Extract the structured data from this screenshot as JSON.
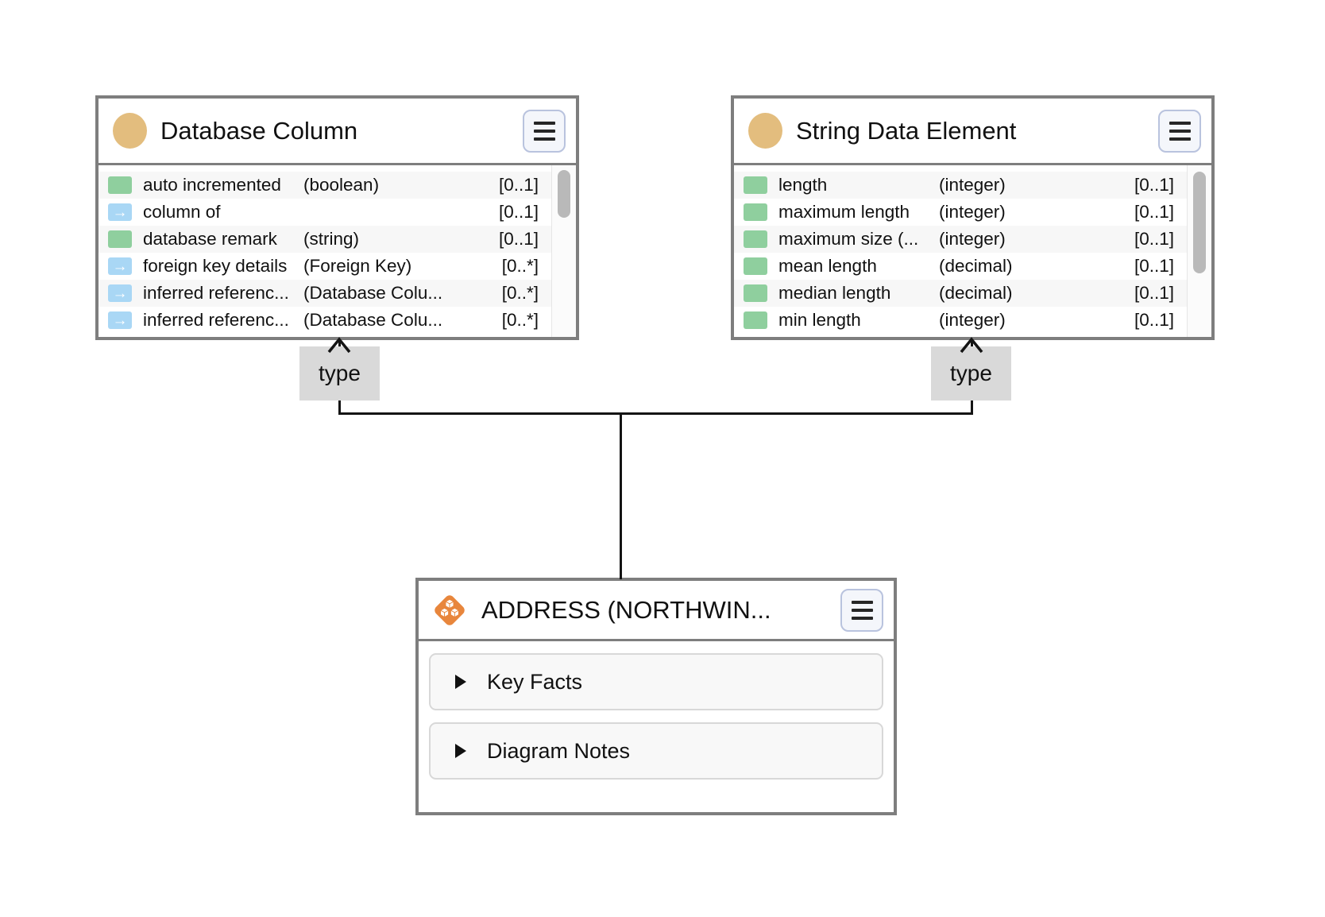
{
  "colors": {
    "box_border": "#7e7e7e",
    "entity_icon": "#e3bd7e",
    "attribute_icon": "#8fcf9e",
    "reference_icon": "#a9d7f5",
    "row_alt_bg": "#f7f7f7",
    "type_label_bg": "#d9d9d9",
    "data_product_icon": "#e8863c",
    "connector": "#141414",
    "menu_button_border": "#b9c3de",
    "scroll_thumb": "#b9b9b9"
  },
  "icons": {
    "entity": "circle-icon",
    "menu": "hamburger-icon",
    "attribute": "green-square-icon",
    "reference": "arrow-right-icon",
    "data_product": "cubes-diamond-icon",
    "expand": "triangle-right-icon"
  },
  "boxes": {
    "database_column": {
      "title": "Database Column",
      "rows": [
        {
          "kind": "attribute",
          "name": "auto incremented",
          "type": "(boolean)",
          "card": "[0..1]"
        },
        {
          "kind": "reference",
          "name": "column of",
          "type": "",
          "card": "[0..1]"
        },
        {
          "kind": "attribute",
          "name": "database remark",
          "type": "(string)",
          "card": "[0..1]"
        },
        {
          "kind": "reference",
          "name": "foreign key details",
          "type": "(Foreign Key)",
          "card": "[0..*]"
        },
        {
          "kind": "reference",
          "name": "inferred referenc...",
          "type": "(Database Colu...",
          "card": "[0..*]"
        },
        {
          "kind": "reference",
          "name": "inferred referenc...",
          "type": "(Database Colu...",
          "card": "[0..*]"
        }
      ]
    },
    "string_data_element": {
      "title": "String Data Element",
      "rows": [
        {
          "kind": "attribute",
          "name": "length",
          "type": "(integer)",
          "card": "[0..1]"
        },
        {
          "kind": "attribute",
          "name": "maximum length",
          "type": "(integer)",
          "card": "[0..1]"
        },
        {
          "kind": "attribute",
          "name": "maximum size (...",
          "type": "(integer)",
          "card": "[0..1]"
        },
        {
          "kind": "attribute",
          "name": "mean length",
          "type": "(decimal)",
          "card": "[0..1]"
        },
        {
          "kind": "attribute",
          "name": "median length",
          "type": "(decimal)",
          "card": "[0..1]"
        },
        {
          "kind": "attribute",
          "name": "min length",
          "type": "(integer)",
          "card": "[0..1]"
        }
      ]
    },
    "address": {
      "title": "ADDRESS (NORTHWIN...",
      "sections": [
        {
          "label": "Key Facts"
        },
        {
          "label": "Diagram Notes"
        }
      ]
    }
  },
  "connectors": {
    "left_label": "type",
    "right_label": "type"
  }
}
